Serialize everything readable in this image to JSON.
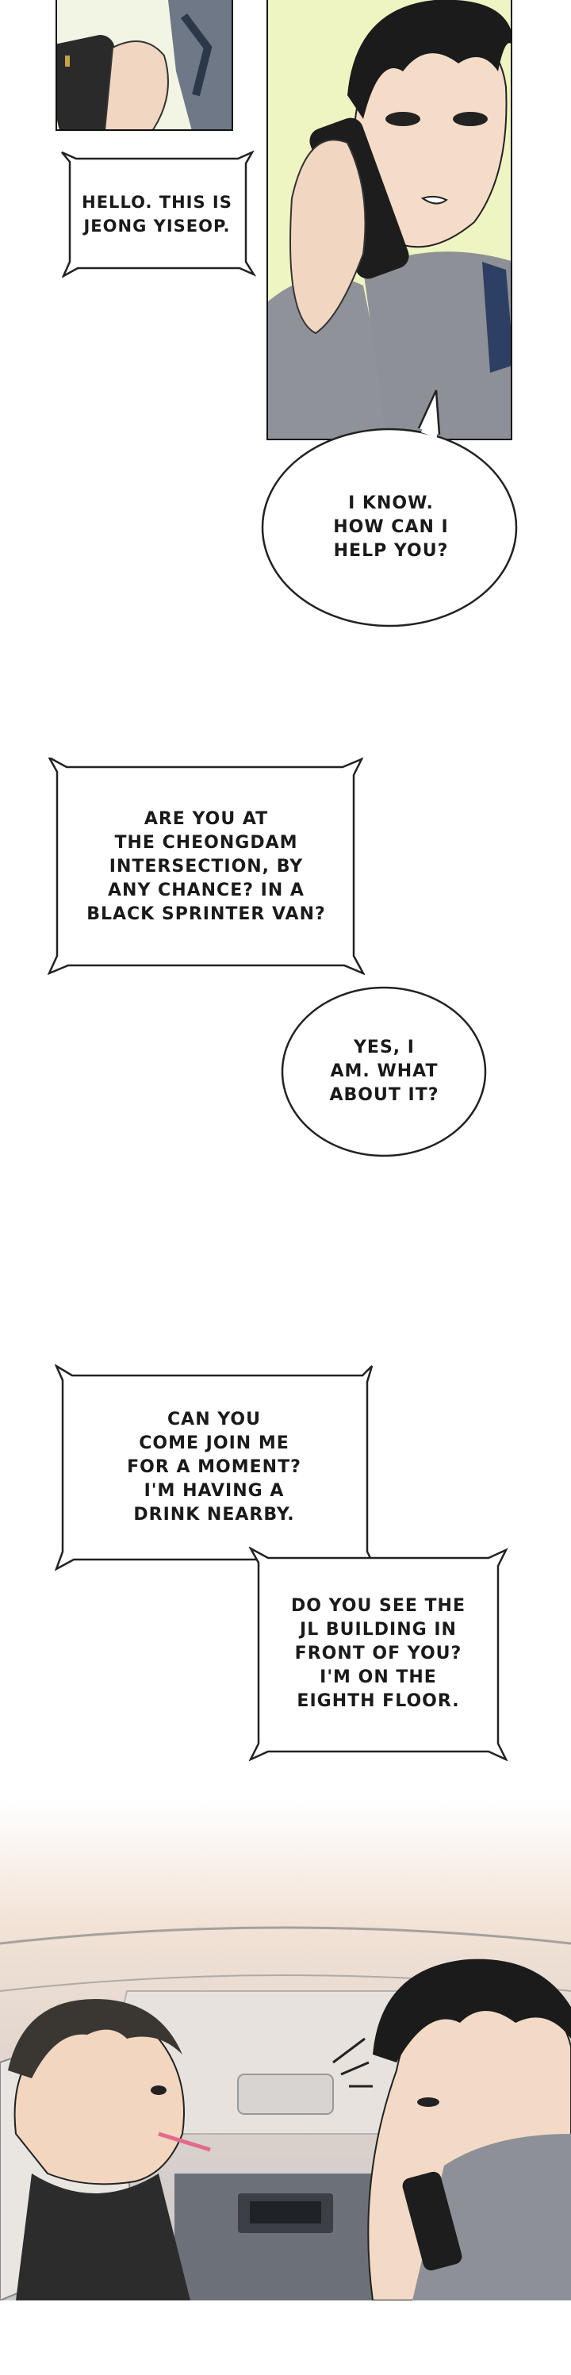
{
  "bubbles": {
    "b1": "HELLO. THIS IS\nJEONG YISEOP.",
    "b2": "I KNOW.\nHOW CAN I\nHELP YOU?",
    "b3": "ARE YOU AT\nTHE CHEONGDAM\nINTERSECTION, BY\nANY CHANCE? IN A\nBLACK SPRINTER VAN?",
    "b4": "YES, I\nAM. WHAT\nABOUT IT?",
    "b5": "CAN YOU\nCOME JOIN ME\nFOR A MOMENT?\nI'M HAVING A\nDRINK NEARBY.",
    "b6": "DO YOU SEE THE\nJL BUILDING IN\nFRONT OF YOU?\nI'M ON THE\nEIGHTH FLOOR."
  },
  "colors": {
    "panel_border": "#111111",
    "skin": "#f4d9c4",
    "hair": "#1b1b1b",
    "jacket": "#8a8d93",
    "sky_top": "#f0e3d7",
    "sky_bottom": "#d9cfc8"
  }
}
